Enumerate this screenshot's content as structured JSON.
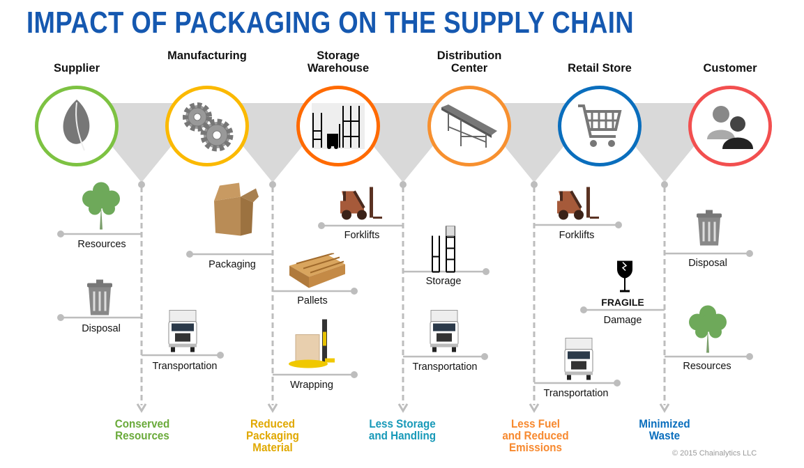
{
  "title": "IMPACT OF PACKAGING ON THE SUPPLY CHAIN",
  "colors": {
    "title": "#1558b0",
    "band": "#d9d9d9",
    "connector": "#bdbdbd"
  },
  "stages": [
    {
      "label": "Supplier",
      "icon": "leaf-icon",
      "color": "#7dc242"
    },
    {
      "label": "Manufacturing",
      "icon": "gears-icon",
      "color": "#fbb900"
    },
    {
      "label": "Storage\nWarehouse",
      "icon": "warehouse-icon",
      "color": "#ff6a00"
    },
    {
      "label": "Distribution\nCenter",
      "icon": "conveyor-icon",
      "color": "#f7902f"
    },
    {
      "label": "Retail Store",
      "icon": "shopping-cart-icon",
      "color": "#0a6ebd"
    },
    {
      "label": "Customer",
      "icon": "users-icon",
      "color": "#f24f4f"
    }
  ],
  "items": [
    {
      "label": "Resources",
      "icon": "tree-icon"
    },
    {
      "label": "Disposal",
      "icon": "trash-icon"
    },
    {
      "label": "Packaging",
      "icon": "box-icon"
    },
    {
      "label": "Transportation",
      "icon": "truck-icon"
    },
    {
      "label": "Forklifts",
      "icon": "forklift-icon"
    },
    {
      "label": "Pallets",
      "icon": "pallet-icon"
    },
    {
      "label": "Wrapping",
      "icon": "wrapper-icon"
    },
    {
      "label": "Storage",
      "icon": "rack-icon"
    },
    {
      "label": "Transportation",
      "icon": "truck-icon"
    },
    {
      "label": "Forklifts",
      "icon": "forklift-icon"
    },
    {
      "label": "Damage",
      "icon": "fragile-icon",
      "badge": "FRAGILE"
    },
    {
      "label": "Transportation",
      "icon": "truck-icon"
    },
    {
      "label": "Disposal",
      "icon": "trash-icon"
    },
    {
      "label": "Resources",
      "icon": "tree-icon"
    }
  ],
  "outcomes": [
    {
      "label": "Conserved\nResources",
      "color": "#6aaa3a"
    },
    {
      "label": "Reduced\nPackaging\nMaterial",
      "color": "#e0a800"
    },
    {
      "label": "Less Storage\nand Handling",
      "color": "#1799b8"
    },
    {
      "label": "Less Fuel\nand Reduced\nEmissions",
      "color": "#f7892f"
    },
    {
      "label": "Minimized\nWaste",
      "color": "#0a6ebd"
    }
  ],
  "copyright": "© 2015 Chainalytics LLC"
}
